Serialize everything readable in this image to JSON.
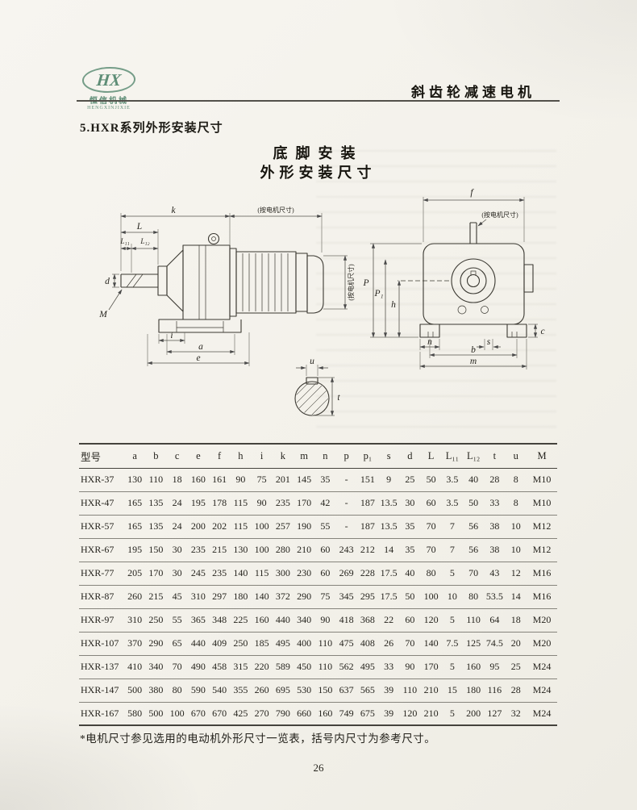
{
  "header": {
    "logo_hx": "HX",
    "logo_cn": "恒信机械",
    "logo_en": "HENGXINJIXIE",
    "doc_title": "斜齿轮减速电机"
  },
  "section": {
    "title": "5.HXR系列外形安装尺寸",
    "subtitle1": "底脚安装",
    "subtitle2": "外形安装尺寸"
  },
  "drawing": {
    "labels": {
      "k": "k",
      "motor_dim_top": "(按电机尺寸)",
      "motor_dim_side": "(按电机尺寸)",
      "motor_dim_front": "(按电机尺寸)",
      "L": "L",
      "L11": "L₁₁",
      "L12": "L₁₂",
      "d": "d",
      "M": "M",
      "i": "i",
      "a": "a",
      "e": "e",
      "f": "f",
      "P": "P",
      "P1": "P₁",
      "h": "h",
      "c": "c",
      "n": "n",
      "s": "s",
      "b": "b",
      "m": "m",
      "u": "u",
      "t": "t"
    }
  },
  "table": {
    "headers": [
      "型号",
      "a",
      "b",
      "c",
      "e",
      "f",
      "h",
      "i",
      "k",
      "m",
      "n",
      "p",
      "p₁",
      "s",
      "d",
      "L",
      "L₁₁",
      "L₁₂",
      "t",
      "u",
      "M"
    ],
    "rows": [
      [
        "HXR-37",
        "130",
        "110",
        "18",
        "160",
        "161",
        "90",
        "75",
        "201",
        "145",
        "35",
        "-",
        "151",
        "9",
        "25",
        "50",
        "3.5",
        "40",
        "28",
        "8",
        "M10"
      ],
      [
        "HXR-47",
        "165",
        "135",
        "24",
        "195",
        "178",
        "115",
        "90",
        "235",
        "170",
        "42",
        "-",
        "187",
        "13.5",
        "30",
        "60",
        "3.5",
        "50",
        "33",
        "8",
        "M10"
      ],
      [
        "HXR-57",
        "165",
        "135",
        "24",
        "200",
        "202",
        "115",
        "100",
        "257",
        "190",
        "55",
        "-",
        "187",
        "13.5",
        "35",
        "70",
        "7",
        "56",
        "38",
        "10",
        "M12"
      ],
      [
        "HXR-67",
        "195",
        "150",
        "30",
        "235",
        "215",
        "130",
        "100",
        "280",
        "210",
        "60",
        "243",
        "212",
        "14",
        "35",
        "70",
        "7",
        "56",
        "38",
        "10",
        "M12"
      ],
      [
        "HXR-77",
        "205",
        "170",
        "30",
        "245",
        "235",
        "140",
        "115",
        "300",
        "230",
        "60",
        "269",
        "228",
        "17.5",
        "40",
        "80",
        "5",
        "70",
        "43",
        "12",
        "M16"
      ],
      [
        "HXR-87",
        "260",
        "215",
        "45",
        "310",
        "297",
        "180",
        "140",
        "372",
        "290",
        "75",
        "345",
        "295",
        "17.5",
        "50",
        "100",
        "10",
        "80",
        "53.5",
        "14",
        "M16"
      ],
      [
        "HXR-97",
        "310",
        "250",
        "55",
        "365",
        "348",
        "225",
        "160",
        "440",
        "340",
        "90",
        "418",
        "368",
        "22",
        "60",
        "120",
        "5",
        "110",
        "64",
        "18",
        "M20"
      ],
      [
        "HXR-107",
        "370",
        "290",
        "65",
        "440",
        "409",
        "250",
        "185",
        "495",
        "400",
        "110",
        "475",
        "408",
        "26",
        "70",
        "140",
        "7.5",
        "125",
        "74.5",
        "20",
        "M20"
      ],
      [
        "HXR-137",
        "410",
        "340",
        "70",
        "490",
        "458",
        "315",
        "220",
        "589",
        "450",
        "110",
        "562",
        "495",
        "33",
        "90",
        "170",
        "5",
        "160",
        "95",
        "25",
        "M24"
      ],
      [
        "HXR-147",
        "500",
        "380",
        "80",
        "590",
        "540",
        "355",
        "260",
        "695",
        "530",
        "150",
        "637",
        "565",
        "39",
        "110",
        "210",
        "15",
        "180",
        "116",
        "28",
        "M24"
      ],
      [
        "HXR-167",
        "580",
        "500",
        "100",
        "670",
        "670",
        "425",
        "270",
        "790",
        "660",
        "160",
        "749",
        "675",
        "39",
        "120",
        "210",
        "5",
        "200",
        "127",
        "32",
        "M24"
      ]
    ]
  },
  "footer": {
    "note": "*电机尺寸参见选用的电动机外形尺寸一览表，括号内尺寸为参考尺寸。",
    "page_number": "26"
  }
}
